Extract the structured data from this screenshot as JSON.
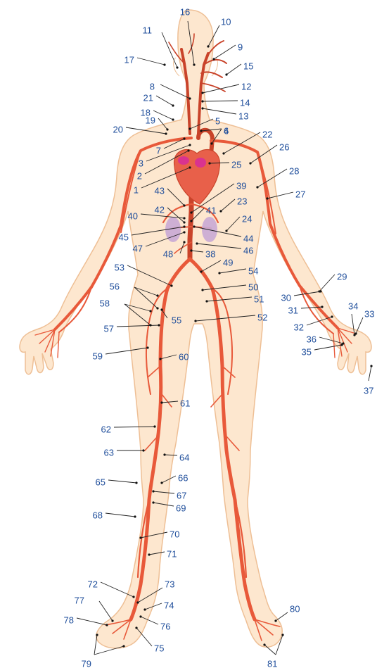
{
  "labels": [
    "1",
    "2",
    "3",
    "4",
    "5",
    "6",
    "7",
    "8",
    "9",
    "10",
    "11",
    "12",
    "13",
    "14",
    "15",
    "16",
    "17",
    "18",
    "19",
    "20",
    "21",
    "22",
    "23",
    "24",
    "25",
    "26",
    "27",
    "28",
    "29",
    "30",
    "31",
    "32",
    "33",
    "34",
    "35",
    "36",
    "37",
    "38",
    "39",
    "40",
    "41",
    "42",
    "43",
    "44",
    "45",
    "46",
    "47",
    "48",
    "49",
    "50",
    "51",
    "52",
    "53",
    "54",
    "55",
    "56",
    "57",
    "58",
    "59",
    "60",
    "61",
    "62",
    "63",
    "64",
    "65",
    "66",
    "67",
    "68",
    "69",
    "70",
    "71",
    "72",
    "73",
    "74",
    "75",
    "76",
    "77",
    "78",
    "79",
    "80",
    "81"
  ],
  "colors": {
    "skin": "#fde7cf",
    "skin_edge": "#eebf95",
    "artery": "#e8593a",
    "artery_dark": "#c9432a",
    "heart": "#e8604a",
    "kidney": "#c9a8d4",
    "label": "#1f4e9b",
    "leader": "#222222"
  },
  "icons": {
    "body": "human-body-figure",
    "heart": "heart-illustration",
    "kidneys": "kidney-illustration"
  }
}
